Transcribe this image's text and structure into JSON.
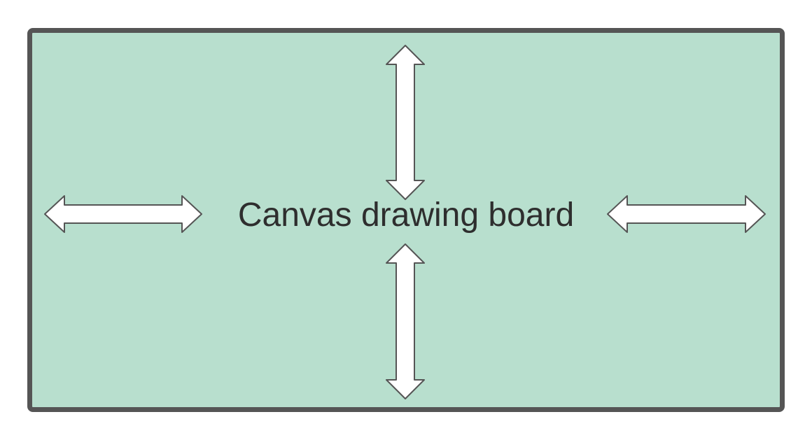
{
  "board": {
    "label": "Canvas drawing board",
    "fill_color": "#b8dfce",
    "border_color": "#555555",
    "text_color": "#2e2e2e"
  },
  "arrows": [
    {
      "name": "arrow-top",
      "icon": "double-arrow-vertical-icon"
    },
    {
      "name": "arrow-bottom",
      "icon": "double-arrow-vertical-icon"
    },
    {
      "name": "arrow-left",
      "icon": "double-arrow-horizontal-icon"
    },
    {
      "name": "arrow-right",
      "icon": "double-arrow-horizontal-icon"
    }
  ]
}
